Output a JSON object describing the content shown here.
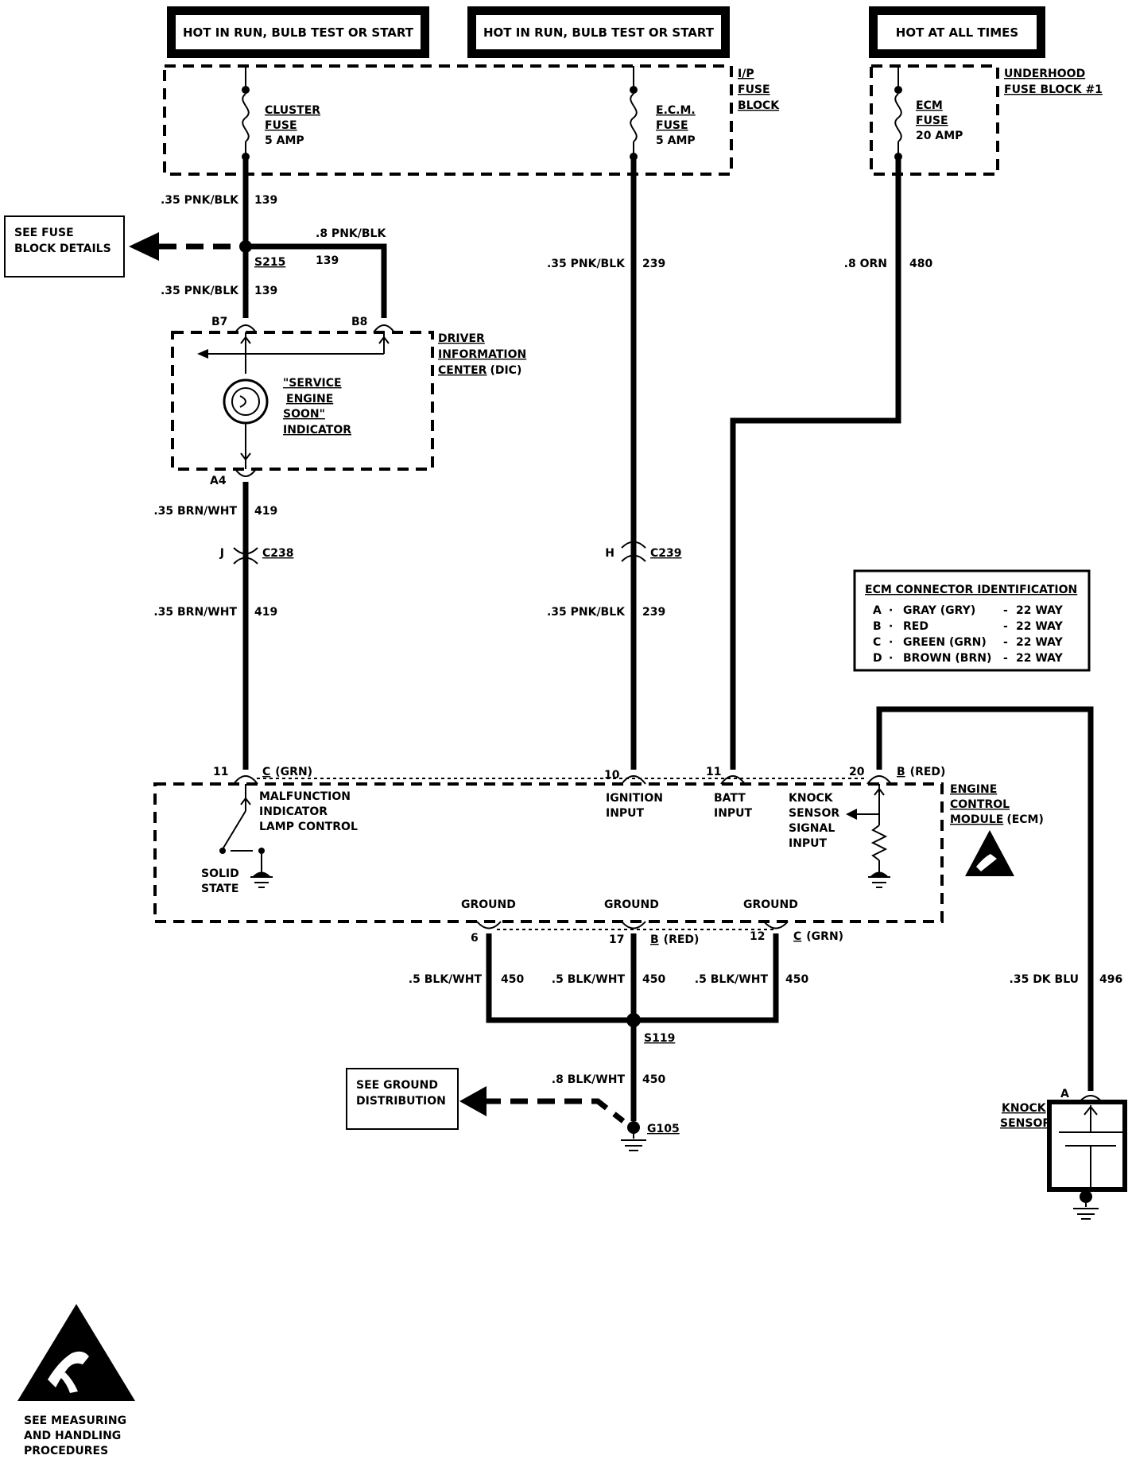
{
  "headers": {
    "left": "HOT IN RUN, BULB TEST OR START",
    "middle": "HOT IN RUN, BULB TEST OR START",
    "right": "HOT AT ALL TIMES"
  },
  "fuse_blocks": {
    "ip": {
      "l1": "I/P",
      "l2": "FUSE",
      "l3": "BLOCK"
    },
    "underhood": {
      "l1": "UNDERHOOD",
      "l2": "FUSE BLOCK #1"
    }
  },
  "fuses": {
    "cluster": {
      "l1": "CLUSTER",
      "l2": "FUSE",
      "l3": "5 AMP"
    },
    "ecm_ip": {
      "l1": "E.C.M.",
      "l2": "FUSE",
      "l3": "5 AMP"
    },
    "ecm_uh": {
      "l1": "ECM",
      "l2": "FUSE",
      "l3": "20 AMP"
    }
  },
  "wires": {
    "w139_top": {
      "gauge": ".35 PNK/BLK",
      "circuit": "139"
    },
    "w139_branch": {
      "gauge": ".8 PNK/BLK",
      "circuit": "139"
    },
    "w139_bot": {
      "gauge": ".35 PNK/BLK",
      "circuit": "139"
    },
    "w239_top": {
      "gauge": ".35 PNK/BLK",
      "circuit": "239"
    },
    "w239_bot": {
      "gauge": ".35 PNK/BLK",
      "circuit": "239"
    },
    "w480": {
      "gauge": ".8 ORN",
      "circuit": "480"
    },
    "w419_top": {
      "gauge": ".35 BRN/WHT",
      "circuit": "419"
    },
    "w419_bot": {
      "gauge": ".35 BRN/WHT",
      "circuit": "419"
    },
    "w450_l": {
      "gauge": ".5 BLK/WHT",
      "circuit": "450"
    },
    "w450_m": {
      "gauge": ".5 BLK/WHT",
      "circuit": "450"
    },
    "w450_r": {
      "gauge": ".5 BLK/WHT",
      "circuit": "450"
    },
    "w450_g": {
      "gauge": ".8 BLK/WHT",
      "circuit": "450"
    },
    "w496": {
      "gauge": ".35 DK BLU",
      "circuit": "496"
    }
  },
  "splices": {
    "s215": "S215",
    "s119": "S119",
    "g105": "G105"
  },
  "see_fuse": {
    "l1": "SEE FUSE",
    "l2": "BLOCK DETAILS"
  },
  "see_ground": {
    "l1": "SEE GROUND",
    "l2": "DISTRIBUTION"
  },
  "dic": {
    "pins": {
      "b7": "B7",
      "b8": "B8",
      "a4": "A4"
    },
    "name": {
      "l1": "DRIVER",
      "l2": "INFORMATION",
      "l3": "CENTER",
      "l3b": "(DIC)"
    },
    "indicator": {
      "l1": "\"SERVICE",
      "l2": "ENGINE",
      "l3": "SOON\"",
      "l4": "INDICATOR"
    }
  },
  "connectors": {
    "c238": {
      "pin": "J",
      "name": "C238"
    },
    "c239": {
      "pin": "H",
      "name": "C239"
    }
  },
  "ecm_table": {
    "title": "ECM CONNECTOR IDENTIFICATION",
    "rows": [
      {
        "letter": "A",
        "color": "GRAY (GRY)",
        "size": "22 WAY"
      },
      {
        "letter": "B",
        "color": "RED",
        "size": "22 WAY"
      },
      {
        "letter": "C",
        "color": "GREEN (GRN)",
        "size": "22 WAY"
      },
      {
        "letter": "D",
        "color": "BROWN (BRN)",
        "size": "22 WAY"
      }
    ]
  },
  "ecm": {
    "name": {
      "l1": "ENGINE",
      "l2": "CONTROL",
      "l3": "MODULE",
      "l3b": "(ECM)"
    },
    "pin11c": {
      "num": "11",
      "conn": "C",
      "color": "(GRN)"
    },
    "pin10": "10",
    "pin11": "11",
    "pin20b": {
      "num": "20",
      "conn": "B",
      "color": "(RED)"
    },
    "mil": {
      "l1": "MALFUNCTION",
      "l2": "INDICATOR",
      "l3": "LAMP CONTROL"
    },
    "solid_state": {
      "l1": "SOLID",
      "l2": "STATE"
    },
    "ignition": {
      "l1": "IGNITION",
      "l2": "INPUT"
    },
    "batt": {
      "l1": "BATT",
      "l2": "INPUT"
    },
    "knock": {
      "l1": "KNOCK",
      "l2": "SENSOR",
      "l3": "SIGNAL",
      "l4": "INPUT"
    },
    "ground": "GROUND",
    "g6": {
      "num": "6"
    },
    "g17": {
      "num": "17",
      "conn": "B",
      "color": "(RED)"
    },
    "g12": {
      "num": "12",
      "conn": "C",
      "color": "(GRN)"
    }
  },
  "knock_sensor": {
    "pin": "A",
    "l1": "KNOCK",
    "l2": "SENSOR"
  },
  "esd_note": {
    "l1": "SEE MEASURING",
    "l2": "AND HANDLING",
    "l3": "PROCEDURES"
  }
}
